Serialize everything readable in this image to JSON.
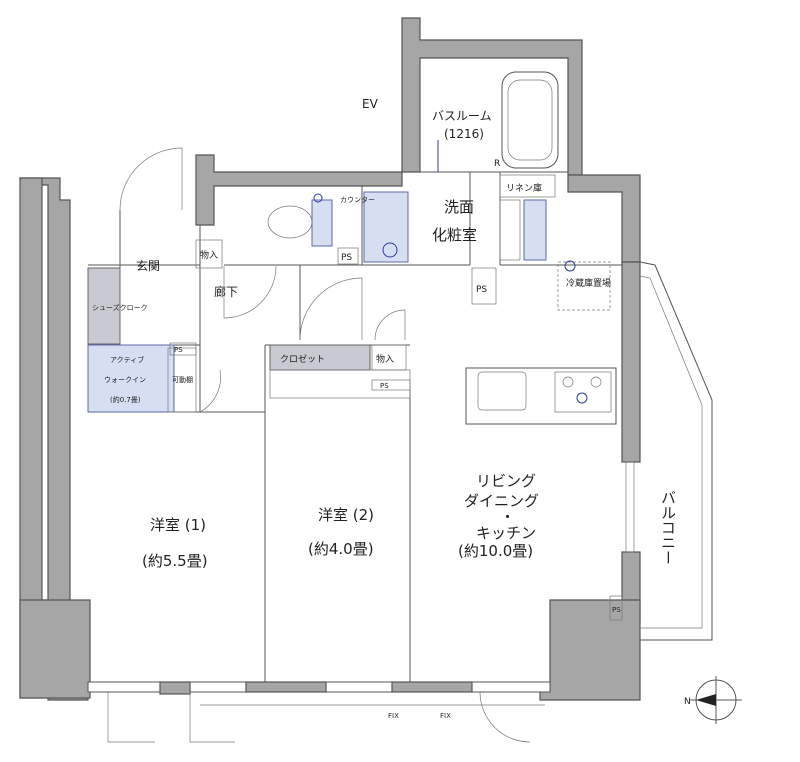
{
  "labels": {
    "ev": "EV",
    "bathroom": "バスルーム",
    "bathroom_size": "(1216)",
    "washroom_line1": "洗面",
    "washroom_line2": "化粧室",
    "linen": "リネン庫",
    "fridge": "冷蔵庫置場",
    "entrance": "玄関",
    "storage": "物入",
    "storage2": "物入",
    "hallway": "廊下",
    "shoe_closet": "シューズクローク",
    "walk_in_line1": "アクティブ",
    "walk_in_line2": "ウォークイン",
    "walk_in_size": "(約0.7畳)",
    "movable_shelf": "可動棚",
    "closet": "クロゼット",
    "counter": "カウンター",
    "ps": "PS",
    "room1_name": "洋室 (1)",
    "room1_size": "(約5.5畳)",
    "room2_name": "洋室 (2)",
    "room2_size": "(約4.0畳)",
    "ldk_line1": "リビング",
    "ldk_line2": "ダイニング",
    "ldk_line3": "・",
    "ldk_line4": "キッチン",
    "ldk_size": "(約10.0畳)",
    "balcony": "バルコニー",
    "fix": "FIX",
    "north": "N",
    "r_mark": "R"
  }
}
